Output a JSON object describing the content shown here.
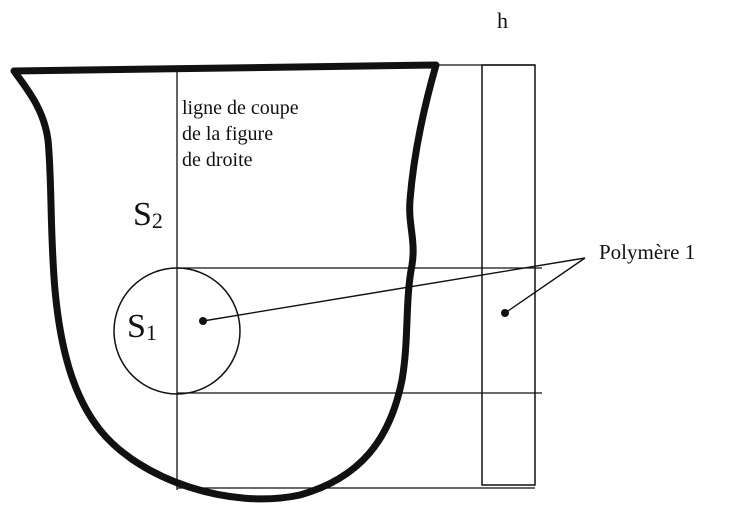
{
  "labels": {
    "h": "h",
    "cut_line": [
      "ligne de coupe",
      "de la figure",
      "de droite"
    ],
    "polymer": "Polymère 1",
    "s2": {
      "letter": "S",
      "sub": "2"
    },
    "s1": {
      "letter": "S",
      "sub": "1"
    }
  },
  "colors": {
    "ink": "#111111",
    "background": "#ffffff"
  }
}
